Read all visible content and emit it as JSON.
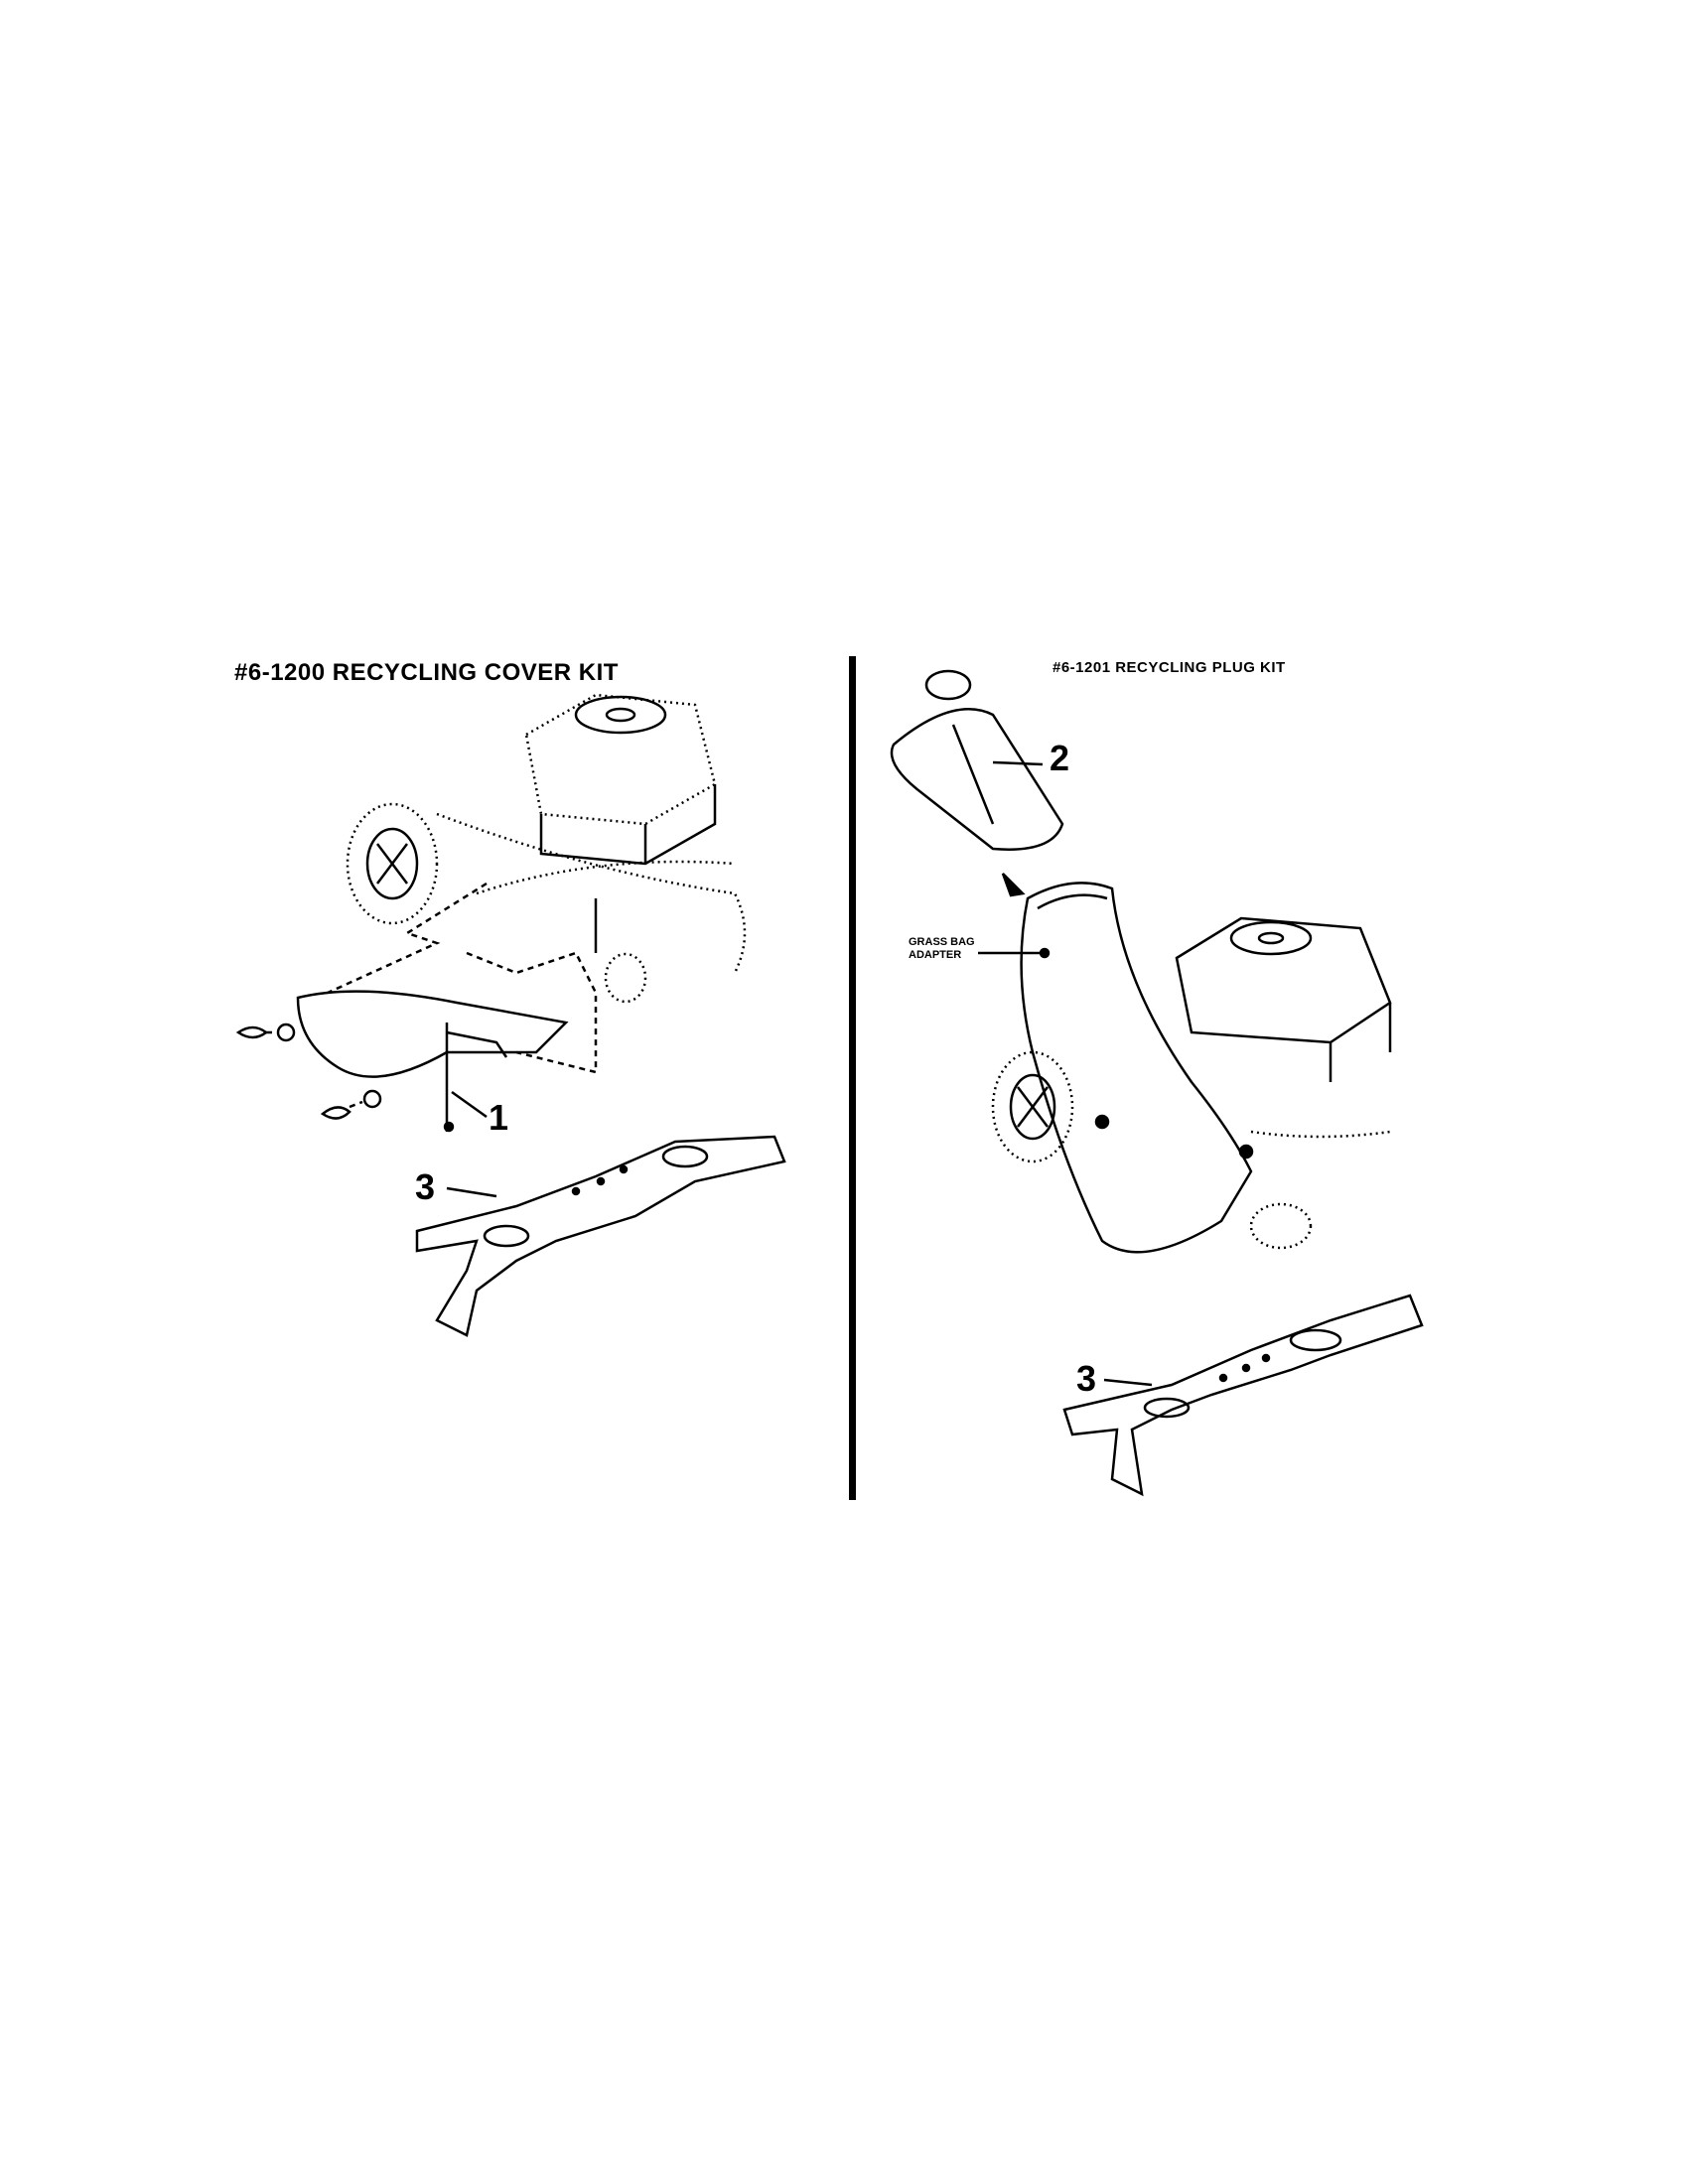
{
  "left_panel": {
    "title": "#6-1200 RECYCLING COVER KIT",
    "callouts": [
      {
        "label": "1",
        "part": "recycling cover"
      },
      {
        "label": "3",
        "part": "blade"
      }
    ]
  },
  "right_panel": {
    "title": "#6-1201 RECYCLING PLUG KIT",
    "adapter_label_line1": "GRASS BAG",
    "adapter_label_line2": "ADAPTER",
    "callouts": [
      {
        "label": "2",
        "part": "recycling plug"
      },
      {
        "label": "3",
        "part": "blade"
      }
    ]
  }
}
